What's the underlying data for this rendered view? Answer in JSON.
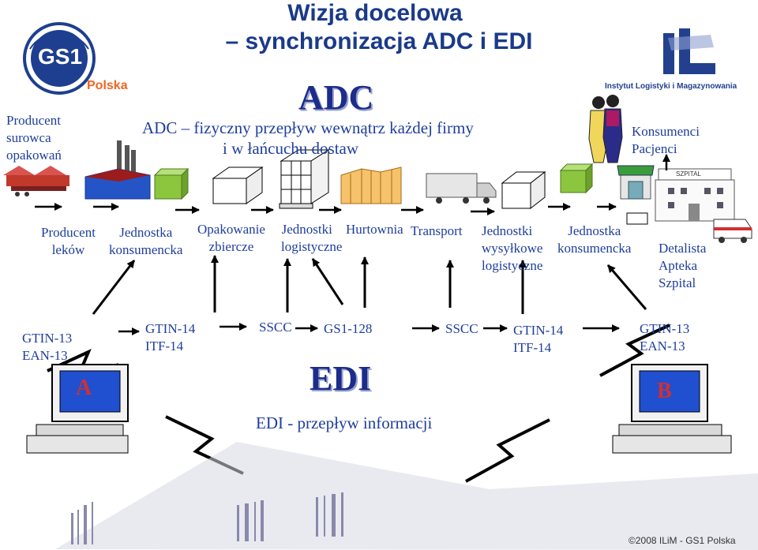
{
  "title": {
    "line1": "Wizja docelowa",
    "line2": "– synchronizacja ADC i EDI"
  },
  "logos": {
    "gs1": "GS1",
    "gs1_sub": "Polska",
    "ilim_caption": "Instytut Logistyki i Magazynowania"
  },
  "adc": {
    "heading": "ADC",
    "desc_line1": "ADC – fizyczny przepływ wewnątrz każdej firmy",
    "desc_line2": "i w łańcuchu dostaw"
  },
  "top_left": {
    "l1": "Producent",
    "l2": "surowca",
    "l3": "opakowań"
  },
  "top_right": {
    "l1": "Konsumenci",
    "l2": "Pacjenci",
    "hospital_sign": "SZPITAL"
  },
  "chain": [
    {
      "l1": "Producent",
      "l2": "leków"
    },
    {
      "l1": "Jednostka",
      "l2": "konsumencka"
    },
    {
      "l1": "Opakowanie",
      "l2": "zbiercze"
    },
    {
      "l1": "Jednostki",
      "l2": "logistyczne"
    },
    {
      "l1": "Hurtownia",
      "l2": ""
    },
    {
      "l1": "Transport",
      "l2": ""
    },
    {
      "l1": "Jednostki",
      "l2": "wysyłkowe",
      "l3": "logistyczne"
    },
    {
      "l1": "Jednostka",
      "l2": "konsumencka"
    },
    {
      "l1": "Detalista",
      "l2": "Apteka",
      "l3": "Szpital"
    }
  ],
  "codes": {
    "left": {
      "l1": "GTIN-13",
      "l2": "EAN-13"
    },
    "c1": {
      "l1": "GTIN-14",
      "l2": "ITF-14"
    },
    "sscc1": "SSCC",
    "gs1128": "GS1-128",
    "sscc2": "SSCC",
    "c2": {
      "l1": "GTIN-14",
      "l2": "ITF-14"
    },
    "right": {
      "l1": "GTIN-13",
      "l2": "EAN-13"
    }
  },
  "edi": {
    "heading": "EDI",
    "desc": "EDI - przepływ informacji"
  },
  "computers": {
    "a": "A",
    "b": "B"
  },
  "footer": "©2008 ILiM -  GS1 Polska",
  "colors": {
    "text_blue": "#1f3e9c",
    "title_blue": "#1a3a8a",
    "gs1_blue": "#1e3f8f",
    "gs1_orange": "#f26522",
    "ilim_blue": "#23408e"
  }
}
